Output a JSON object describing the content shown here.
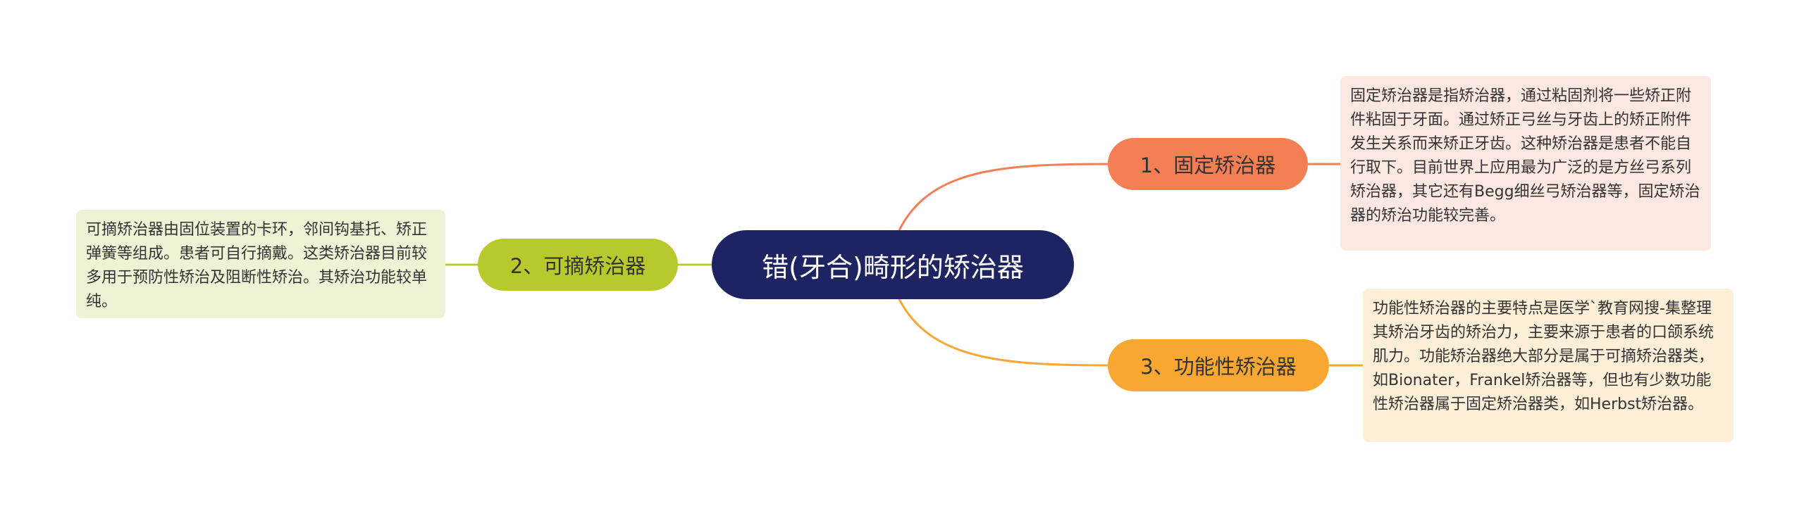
{
  "root": {
    "label": "错(牙合)畸形的矫治器"
  },
  "branches": [
    {
      "label": "1、固定矫治器",
      "note": "固定矫治器是指矫治器，通过粘固剂将一些矫正附件粘固于牙面。通过矫正弓丝与牙齿上的矫正附件发生关系而来矫正牙齿。这种矫治器是患者不能自行取下。目前世界上应用最为广泛的是方丝弓系列矫治器，其它还有Begg细丝弓矫治器等，固定矫治器的矫治功能较完善。",
      "color": "#f47f55",
      "note_bg": "#fde7e1"
    },
    {
      "label": "2、可摘矫治器",
      "note": "可摘矫治器由固位装置的卡环，邻间钩基托、矫正弹簧等组成。患者可自行摘戴。这类矫治器目前较多用于预防性矫治及阻断性矫治。其矫治功能较单纯。",
      "color": "#b8c92d",
      "note_bg": "#eff3d6"
    },
    {
      "label": "3、功能性矫治器",
      "note": "功能性矫治器的主要特点是医学`教育网搜-集整理其矫治牙齿的矫治力，主要来源于患者的口颌系统肌力。功能矫治器绝大部分是属于可摘矫治器类，如Bionater，Frankel矫治器等，但也有少数功能性矫治器属于固定矫治器类，如Herbst矫治器。",
      "color": "#f8a832",
      "note_bg": "#fdefd8"
    }
  ],
  "root_color": "#1e2462"
}
